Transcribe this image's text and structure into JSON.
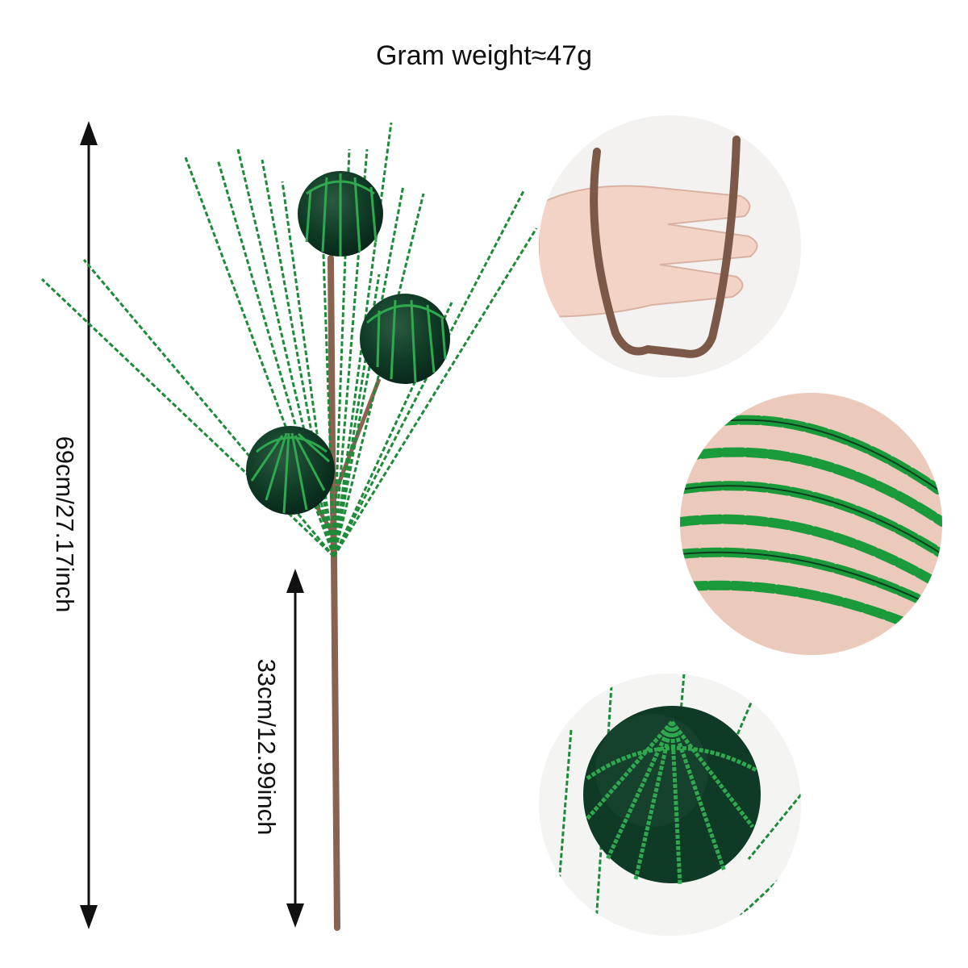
{
  "product": {
    "weight_label": "Gram weight≈47g",
    "total_height_label": "69cm/27.17inch",
    "stem_length_label": "33cm/12.99inch"
  },
  "colors": {
    "wire_green": "#1f8a3a",
    "ball_green": "#0f3a25",
    "stem_brown": "#8a6250",
    "arrow": "#111111",
    "skin": "#f2d3c6"
  },
  "details": [
    {
      "icon": "hand-holding-stem-icon"
    },
    {
      "icon": "tinsel-wire-closeup-icon"
    },
    {
      "icon": "velvet-ball-closeup-icon"
    }
  ]
}
